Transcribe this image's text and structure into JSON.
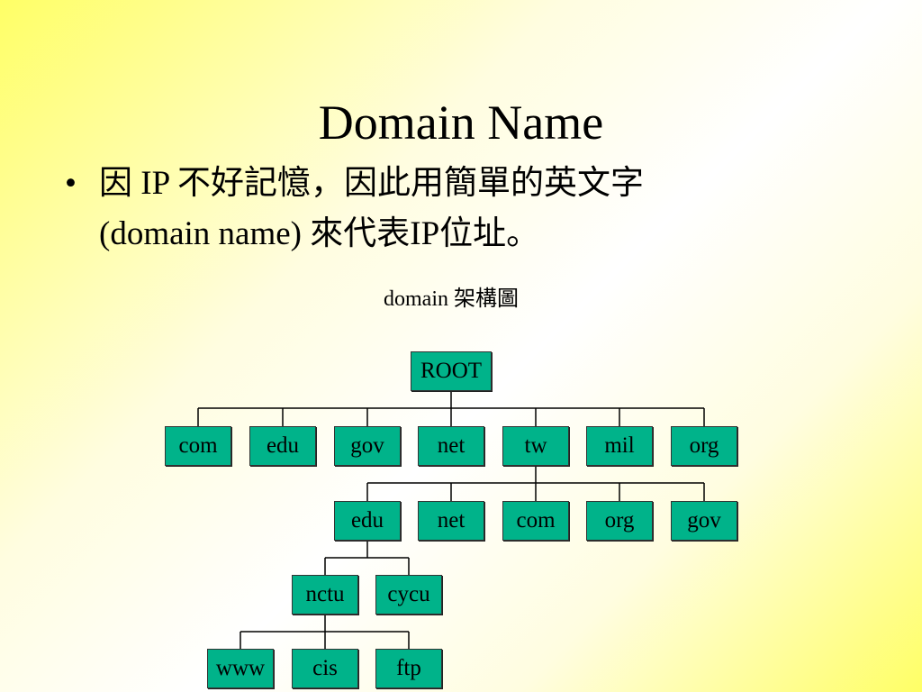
{
  "slide": {
    "title": "Domain Name",
    "bullet": {
      "line1": "因 IP 不好記憶，因此用簡單的英文字",
      "line2": "(domain name) 來代表IP位址。"
    },
    "diagram_caption": "domain 架構圖"
  },
  "tree": {
    "root": "ROOT",
    "level1": [
      "com",
      "edu",
      "gov",
      "net",
      "tw",
      "mil",
      "org"
    ],
    "level2_parent": "tw",
    "level2": [
      "edu",
      "net",
      "com",
      "org",
      "gov"
    ],
    "level3_parent": "edu",
    "level3": [
      "nctu",
      "cycu"
    ],
    "level4_parent": "nctu",
    "level4": [
      "www",
      "cis",
      "ftp"
    ]
  },
  "colors": {
    "node_fill": "#00b38a",
    "line": "#000000",
    "background_accent": "#ffff66"
  }
}
